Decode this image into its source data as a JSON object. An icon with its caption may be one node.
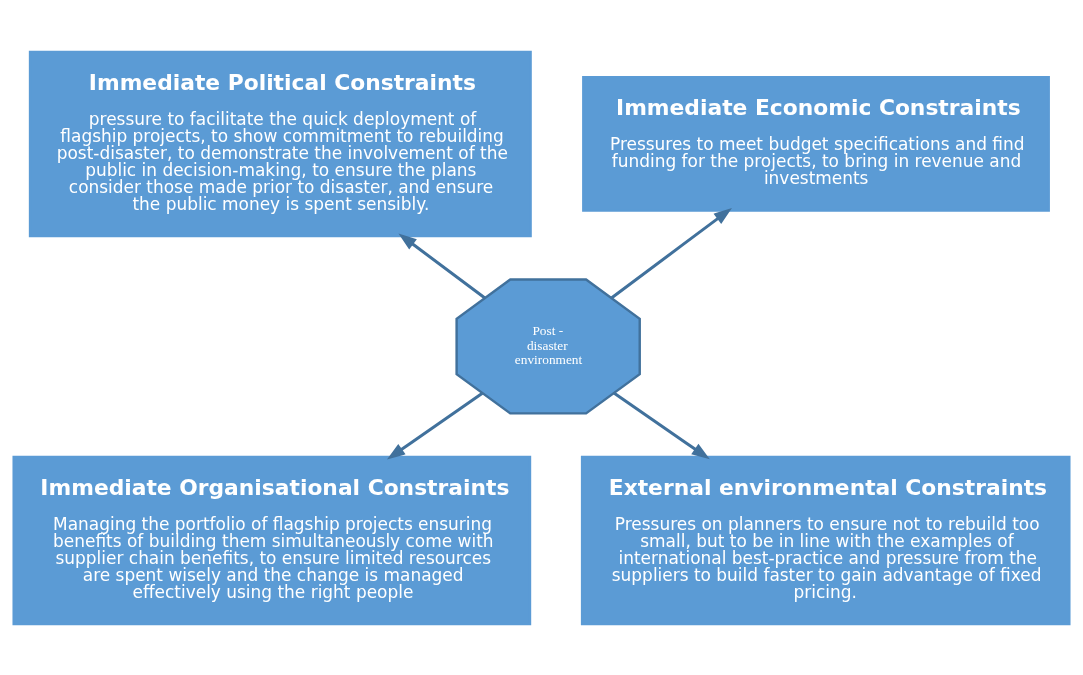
{
  "diagram": {
    "nodes": [
      {
        "text": [
          "Immediate Political Constraints",
          "pressure to facilitate the quick deployment of flagship projects, to show commitment to rebuilding post-disaster, to demonstrate the involvement of the public in decision-making, to ensure the plans consider those made prior to disaster, and ensure the public money is spent sensibly."
        ]
      },
      {
        "text": [
          "Immediate Economic Constraints",
          "Pressures to meet budget specifications and find funding for the projects, to bring in revenue and investments"
        ]
      },
      {
        "text": [
          "Immediate Organisational Constraints",
          "Managing the portfolio of flagship projects ensuring benefits of building them simultaneously come with supplier chain benefits, to ensure limited resources are spent wisely and the change is managed effectively using the right people"
        ]
      },
      {
        "text": [
          "External environmental Constraints",
          "Pressures on planners to ensure not to rebuild too small, but to be in line with the examples of international best-practice and pressure from the suppliers to build faster to gain advantage of fixed pricing."
        ]
      },
      {
        "text": [
          "Post - disaster environment"
        ]
      }
    ],
    "edges": [
      {
        "from": 4,
        "to": 0,
        "arrow": "to"
      },
      {
        "from": 4,
        "to": 1,
        "arrow": "to"
      },
      {
        "from": 4,
        "to": 2,
        "arrow": "to"
      },
      {
        "from": 4,
        "to": 3,
        "arrow": "to"
      }
    ]
  }
}
